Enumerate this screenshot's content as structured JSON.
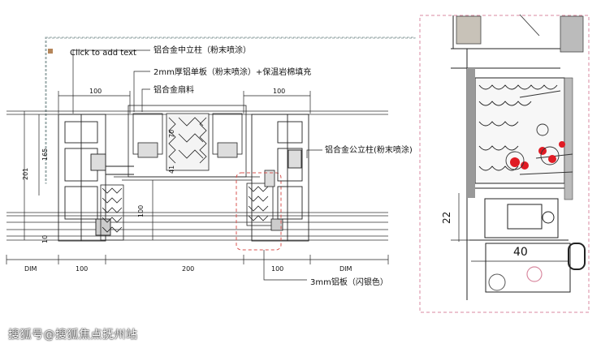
{
  "placeholder": "Click to add text",
  "labels": {
    "mullion_top": "铝合金中立柱（粉末喷涂）",
    "panel_2mm": "2mm厚铝单板（粉末喷涂）+保温岩棉填充",
    "sash_profile": "铝合金扇料",
    "public_mullion": "铝合金公立柱(粉末喷涂)",
    "panel_3mm": "3mm铝板（闪银色）"
  },
  "dims": {
    "top_left_100": "100",
    "top_right_100": "100",
    "v_201": "201",
    "v_165": "165",
    "v_70": "70",
    "v_41": "41",
    "v_100": "100",
    "v_10": "10",
    "bot_dim_left": "DIM",
    "bot_100_left": "100",
    "bot_200": "200",
    "bot_100_right": "100",
    "bot_dim_right": "DIM",
    "detail_22": "22",
    "detail_40": "40"
  },
  "watermark": "搜狐号@搜狐焦点抚州站",
  "colors": {
    "highlight_dash": "#d9534f",
    "detail_frame": "#d98aa0",
    "red_dot": "#e01b24"
  }
}
